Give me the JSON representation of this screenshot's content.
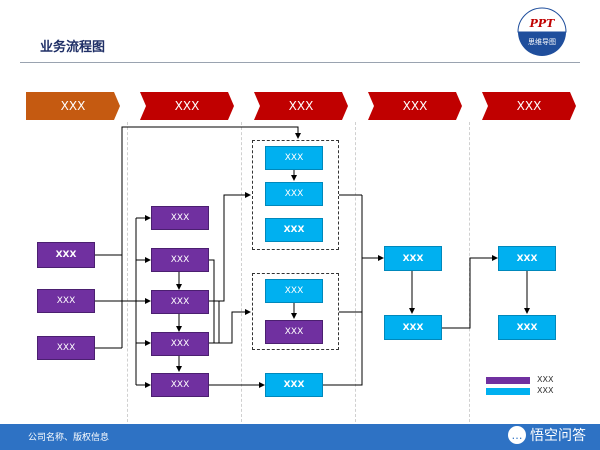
{
  "header": {
    "title": "业务流程图"
  },
  "logo": {
    "top_text": "PPT",
    "bottom_text": "思维导图"
  },
  "stages": [
    "XXX",
    "XXX",
    "XXX",
    "XXX",
    "XXX"
  ],
  "boxes": {
    "input1": "XXX",
    "input2": "XXX",
    "input3": "XXX",
    "col2_1": "XXX",
    "col2_2": "XXX",
    "col2_3": "XXX",
    "col2_4": "XXX",
    "col2_5": "XXX",
    "groupA_1": "XXX",
    "groupA_2": "XXX",
    "groupA_3": "XXX",
    "groupB_1": "XXX",
    "groupB_2": "XXX",
    "col3_bottom": "XXX",
    "col4_1": "XXX",
    "col4_2": "XXX",
    "col5_1": "XXX",
    "col5_2": "XXX"
  },
  "legend": {
    "purple_label": "XXX",
    "cyan_label": "XXX"
  },
  "footer": {
    "text": "公司名称、版权信息"
  },
  "watermark": {
    "icon": "chat-bubble-icon",
    "text": "悟空问答"
  },
  "colors": {
    "stage_first": "#c55a11",
    "stage": "#c00000",
    "purple": "#7030a0",
    "cyan": "#00b0f0",
    "footer": "#2e72c4"
  }
}
